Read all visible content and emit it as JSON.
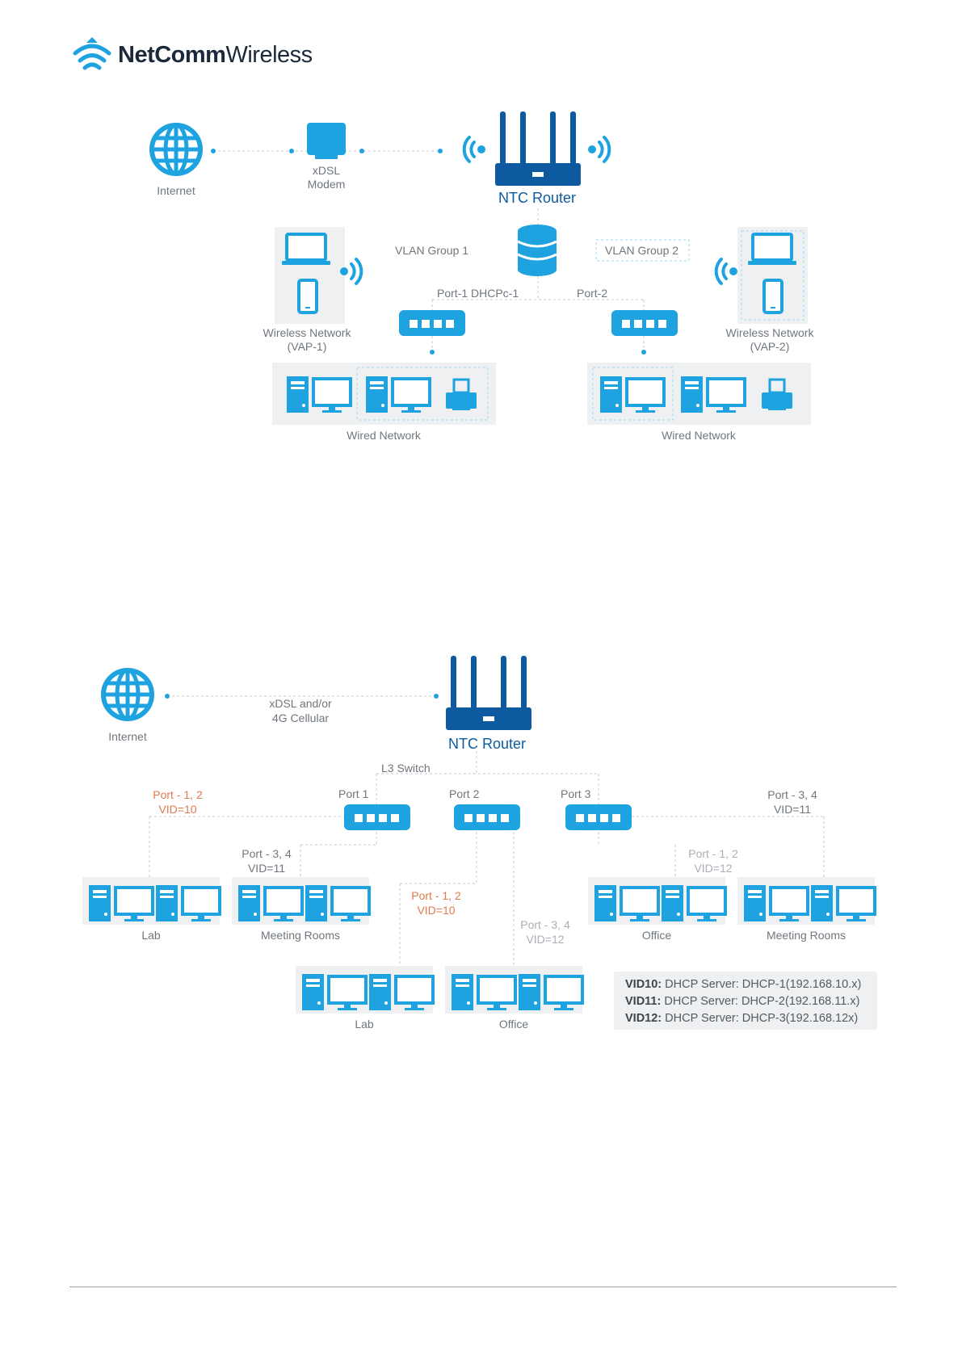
{
  "brand": {
    "name_bold": "NetComm",
    "name_light": "Wireless",
    "colors": {
      "brand_blue": "#1fa3e0",
      "dark_blue": "#0d5aa0",
      "orange": "#e07b4f"
    }
  },
  "diagram1": {
    "internet": "Internet",
    "modem": [
      "xDSL",
      "Modem"
    ],
    "router": "NTC Router",
    "vlan_group_1": "VLAN Group 1",
    "vlan_group_2": "VLAN Group 2",
    "port1": "Port-1 DHCPc-1",
    "port2": "Port-2",
    "wireless_1": [
      "Wireless Network",
      "(VAP-1)"
    ],
    "wireless_2": [
      "Wireless Network",
      "(VAP-2)"
    ],
    "wired_1": "Wired Network",
    "wired_2": "Wired Network"
  },
  "diagram2": {
    "internet": "Internet",
    "link": [
      "xDSL and/or",
      "4G Cellular"
    ],
    "router": "NTC Router",
    "l3_switch": "L3 Switch",
    "port_1": "Port 1",
    "port_2": "Port 2",
    "port_3": "Port 3",
    "left_port": [
      "Port - 1, 2",
      "VID=10"
    ],
    "right_port": [
      "Port - 3, 4",
      "VID=11"
    ],
    "mid_left_port": [
      "Port - 3, 4",
      "VID=11"
    ],
    "p2_port_a": [
      "Port - 1, 2",
      "VID=10"
    ],
    "p2_port_b": [
      "Port - 3, 4",
      "VID=12"
    ],
    "p3_port_a": [
      "Port - 1, 2",
      "VID=12"
    ],
    "groups_top": [
      "Lab",
      "Meeting Rooms",
      "Office",
      "Meeting Rooms"
    ],
    "groups_bottom": [
      "Lab",
      "Office"
    ],
    "vid_table": [
      {
        "vid": "VID10:",
        "text": "DHCP Server: DHCP-1(192.168.10.x)"
      },
      {
        "vid": "VID11:",
        "text": "DHCP Server: DHCP-2(192.168.11.x)"
      },
      {
        "vid": "VID12:",
        "text": "DHCP Server: DHCP-3(192.168.12x)"
      }
    ]
  }
}
